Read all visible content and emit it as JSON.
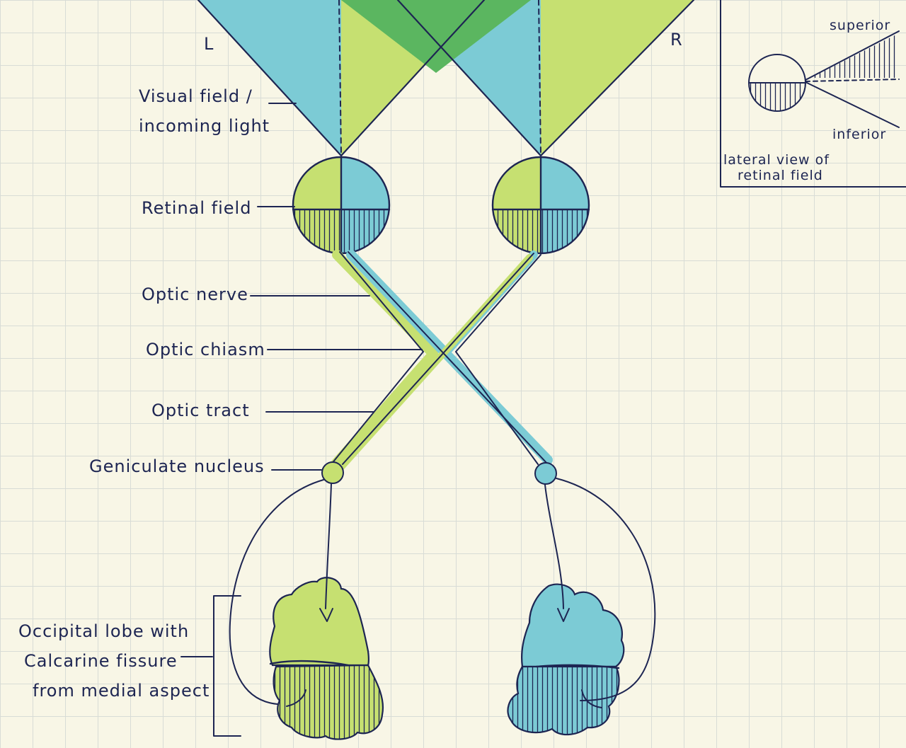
{
  "colors": {
    "green": "#c6e071",
    "green_dark": "#5bb660",
    "blue": "#7ccbd5",
    "ink": "#1d2552",
    "paper": "#f8f6e6",
    "grid": "#d8dcd6"
  },
  "labels": {
    "left": "L",
    "right": "R",
    "visual_field_1": "Visual field /",
    "visual_field_2": "incoming light",
    "retinal_field": "Retinal field",
    "optic_nerve": "Optic nerve",
    "optic_chiasm": "Optic chiasm",
    "optic_tract": "Optic tract",
    "geniculate": "Geniculate nucleus",
    "occipital_1": "Occipital lobe with",
    "occipital_2": "Calcarine fissure",
    "occipital_3": "from medial aspect"
  },
  "inset": {
    "superior": "superior",
    "inferior": "inferior",
    "caption_1": "lateral view of",
    "caption_2": "retinal field"
  }
}
